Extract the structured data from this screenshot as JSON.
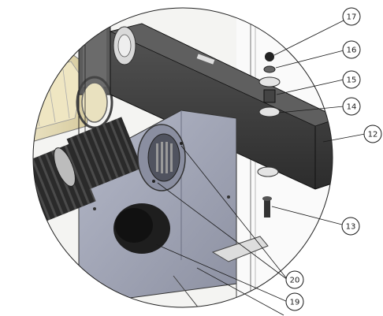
{
  "diagram": {
    "callouts": [
      {
        "id": "c17",
        "label": "17"
      },
      {
        "id": "c16",
        "label": "16"
      },
      {
        "id": "c15",
        "label": "15"
      },
      {
        "id": "c14",
        "label": "14"
      },
      {
        "id": "c12",
        "label": "12"
      },
      {
        "id": "c13",
        "label": "13"
      },
      {
        "id": "c20",
        "label": "20"
      },
      {
        "id": "c19",
        "label": "19"
      }
    ],
    "colors": {
      "background": "#ffffff",
      "line": "#1a1a1a",
      "beam": "#3a3a3a",
      "plate": "#9fa3b4",
      "duct": "#2a2a2a",
      "fixture": "#e8dfb8"
    }
  }
}
